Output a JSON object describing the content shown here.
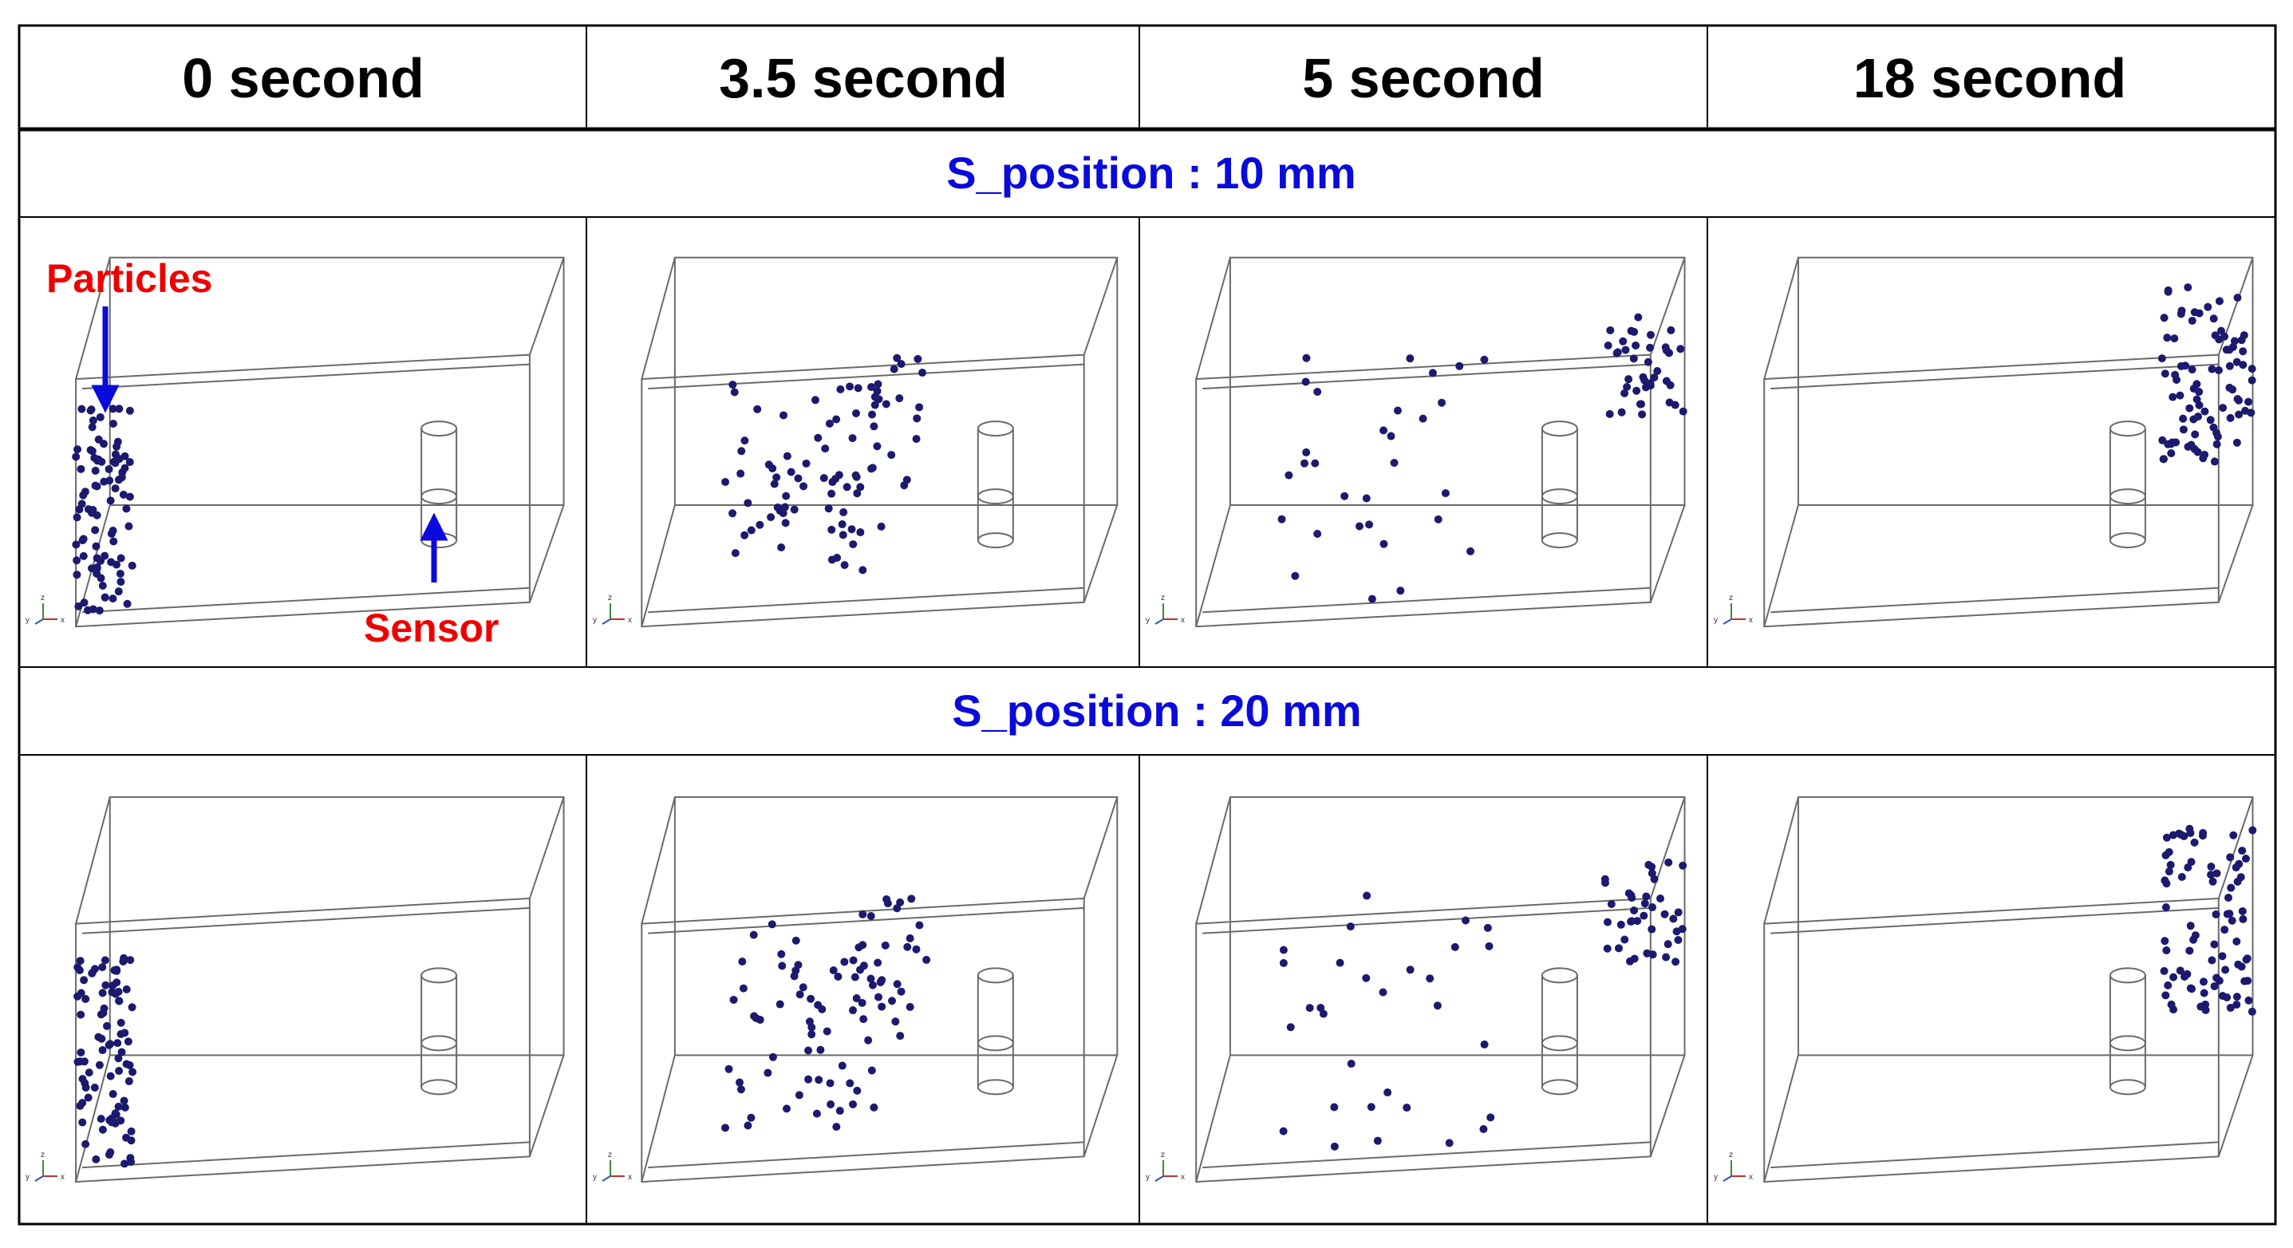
{
  "header": [
    "0 second",
    "3.5 second",
    "5 second",
    "18 second"
  ],
  "sections": [
    {
      "label": "S_position : 10 mm"
    },
    {
      "label": "S_position : 20 mm"
    }
  ],
  "annotations": {
    "particles": "Particles",
    "sensor": "Sensor"
  },
  "axis_triad": {
    "x": "x",
    "y": "y",
    "z": "z"
  },
  "colors": {
    "particle": "#1b1a6e",
    "label_blue": "#0a0adc",
    "label_red": "#ee0000",
    "arrow_blue": "#0a0adc",
    "wire": "#6a6a6a",
    "grid": "#000000"
  }
}
